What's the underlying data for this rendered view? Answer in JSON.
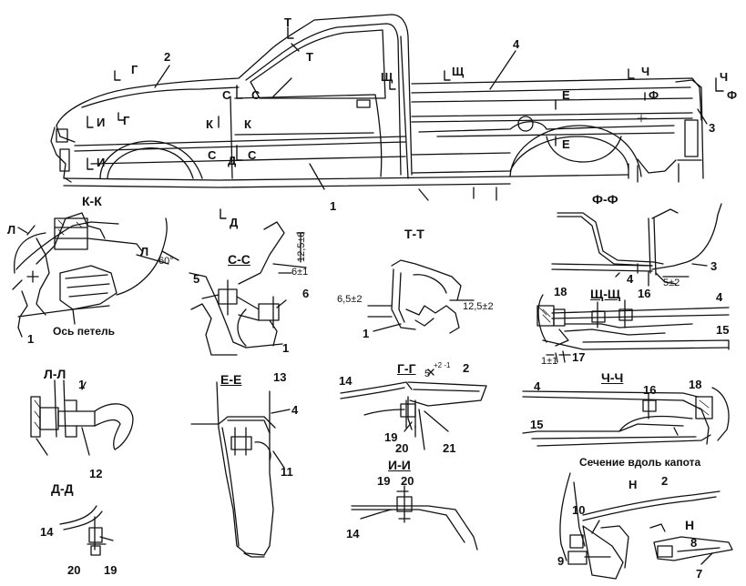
{
  "numbers": {
    "n1": "1",
    "n2": "2",
    "n3": "3",
    "n4": "4",
    "n5": "5",
    "n6": "6",
    "n7": "7",
    "n8": "8",
    "n9": "9",
    "n10": "10",
    "n11": "11",
    "n12": "12",
    "n13": "13",
    "n14": "14",
    "n15": "15",
    "n16": "16",
    "n17": "17",
    "n18": "18",
    "n19": "19",
    "n20": "20",
    "n21": "21"
  },
  "section_marks": {
    "g": "Г",
    "i": "И",
    "k": "К",
    "s": "С",
    "d": "Д",
    "t": "Т",
    "shch": "Щ",
    "ch": "Ч",
    "f": "Ф",
    "e": "Е",
    "l": "Л",
    "n": "Н"
  },
  "section_titles": {
    "kk": "К-К",
    "ss": "С-С",
    "tt": "Т-Т",
    "ff": "Ф-Ф",
    "shchshch": "Щ-Щ",
    "ll": "Л-Л",
    "ee": "Е-Е",
    "gg": "Г-Г",
    "chch": "Ч-Ч",
    "dd": "Д-Д",
    "ii": "И-И",
    "hood": "Сечение вдоль капота",
    "n": "Н"
  },
  "annotations": {
    "hinge_axis": "Ось петель",
    "angle": "60°",
    "dim_125_8": "12,5±8",
    "dim_6_1": "6±1",
    "dim_65_2": "6,5±2",
    "dim_125_2": "12,5±2",
    "dim_5_2": "5±2",
    "dim_1_1": "1±1",
    "dim_5": "5",
    "dim_5_tol": "+2 -1"
  }
}
